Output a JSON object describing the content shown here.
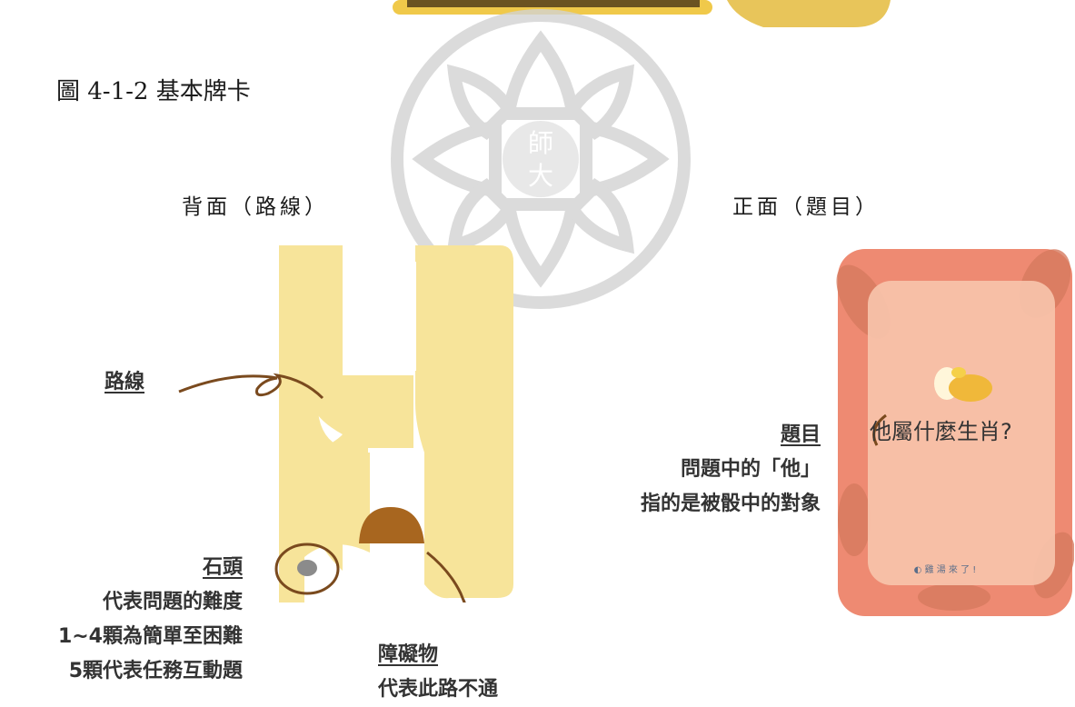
{
  "figure": {
    "caption": "圖 4-1-2 基本牌卡"
  },
  "back_side": {
    "title": "背面（路線）",
    "annotations": {
      "route": {
        "label": "路線"
      },
      "stone": {
        "label": "石頭",
        "lines": [
          "代表問題的難度",
          "1~4顆為簡單至困難",
          "5顆代表任務互動題"
        ]
      },
      "obstacle": {
        "label": "障礙物",
        "lines": [
          "代表此路不通"
        ]
      }
    }
  },
  "front_side": {
    "title": "正面（題目）",
    "card_text": "他屬什麼生肖?",
    "annotations": {
      "question": {
        "label": "題目",
        "lines": [
          "問題中的「他」",
          "指的是被骰中的對象"
        ]
      }
    }
  },
  "colors": {
    "route_yellow": "#f7e49a",
    "card_salmon": "#ee8a72",
    "card_inner": "#f7c3aa",
    "stroke_brown": "#7a4a1e",
    "obstacle_brown": "#a8661f",
    "stone_gray": "#8b8b8b",
    "watermark": "#bdbdbd"
  }
}
